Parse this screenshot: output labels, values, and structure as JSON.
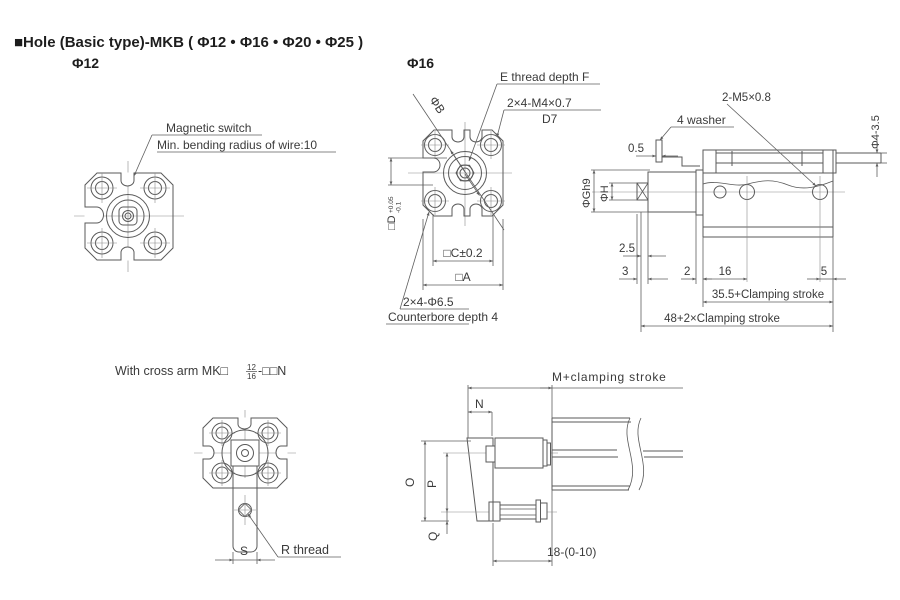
{
  "title": "■Hole (Basic type)-MKB ( Φ12 • Φ16 • Φ20 • Φ25 )",
  "phi12": {
    "label": "Φ12",
    "magnetic_switch": "Magnetic switch",
    "min_bending": "Min. bending radius of wire:10"
  },
  "phi16": {
    "label": "Φ16",
    "e_thread": "E thread depth F",
    "thread_spec": "2×4-M4×0.7",
    "thread_depth": "D7",
    "phi_b": "ΦB",
    "square_d": "□D",
    "tol_plus": "+0.05",
    "tol_minus": "-0.1",
    "square_c": "□C±0.2",
    "square_a": "□A",
    "cb_spec": "2×4-Φ6.5",
    "cb_depth": "Counterbore depth 4"
  },
  "side": {
    "m5": "2-M5×0.8",
    "washer": "4 washer",
    "d05": "0.5",
    "phi4": "Φ4-3.5",
    "phi_g": "ΦGh9",
    "phi_h": "ΦH",
    "d25": "2.5",
    "d3": "3",
    "d2": "2",
    "d16": "16",
    "d5": "5",
    "d355": "35.5+Clamping stroke",
    "d48": "48+2×Clamping stroke"
  },
  "crossarm": {
    "caption_pre": "With cross arm MK□",
    "frac_num": "12",
    "frac_den": "16",
    "caption_post": "-□□N",
    "s": "S",
    "r_thread": "R thread"
  },
  "crossside": {
    "m": "M+clamping stroke",
    "n": "N",
    "o": "O",
    "p": "P",
    "q": "Q",
    "d18": "18-(0-10)"
  }
}
